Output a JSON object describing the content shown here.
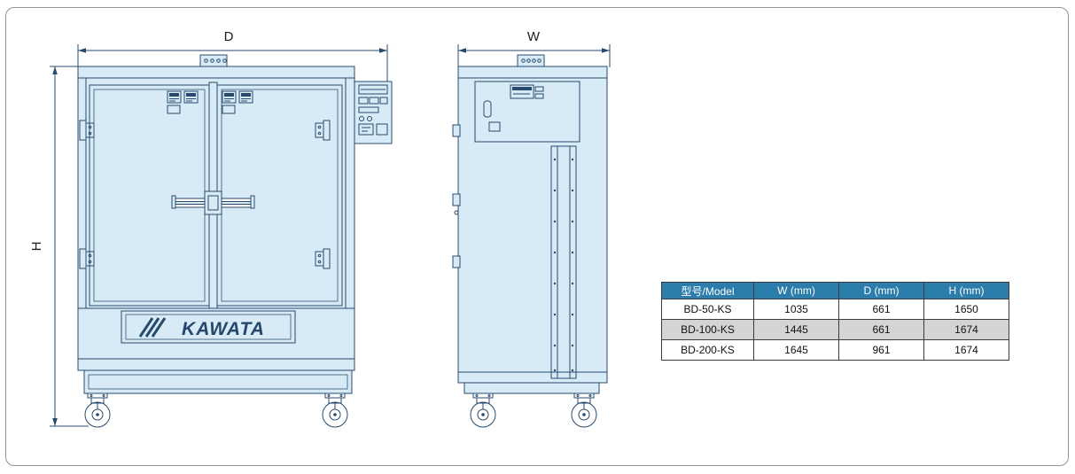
{
  "front_view": {
    "dim_d": "D",
    "dim_h": "H",
    "logo": "KAWATA"
  },
  "side_view": {
    "dim_w": "W"
  },
  "table": {
    "headers": [
      "型号/Model",
      "W (mm)",
      "D (mm)",
      "H (mm)"
    ],
    "rows": [
      [
        "BD-50-KS",
        "1035",
        "661",
        "1650"
      ],
      [
        "BD-100-KS",
        "1445",
        "661",
        "1674"
      ],
      [
        "BD-200-KS",
        "1645",
        "961",
        "1674"
      ]
    ]
  },
  "colors": {
    "table_header_bg": "#2b7dab",
    "table_row_alt_bg": "#d4d4d4",
    "drawing_fill": "#d8eaf6",
    "drawing_stroke": "#274b6d",
    "frame_border": "#8f9499"
  }
}
